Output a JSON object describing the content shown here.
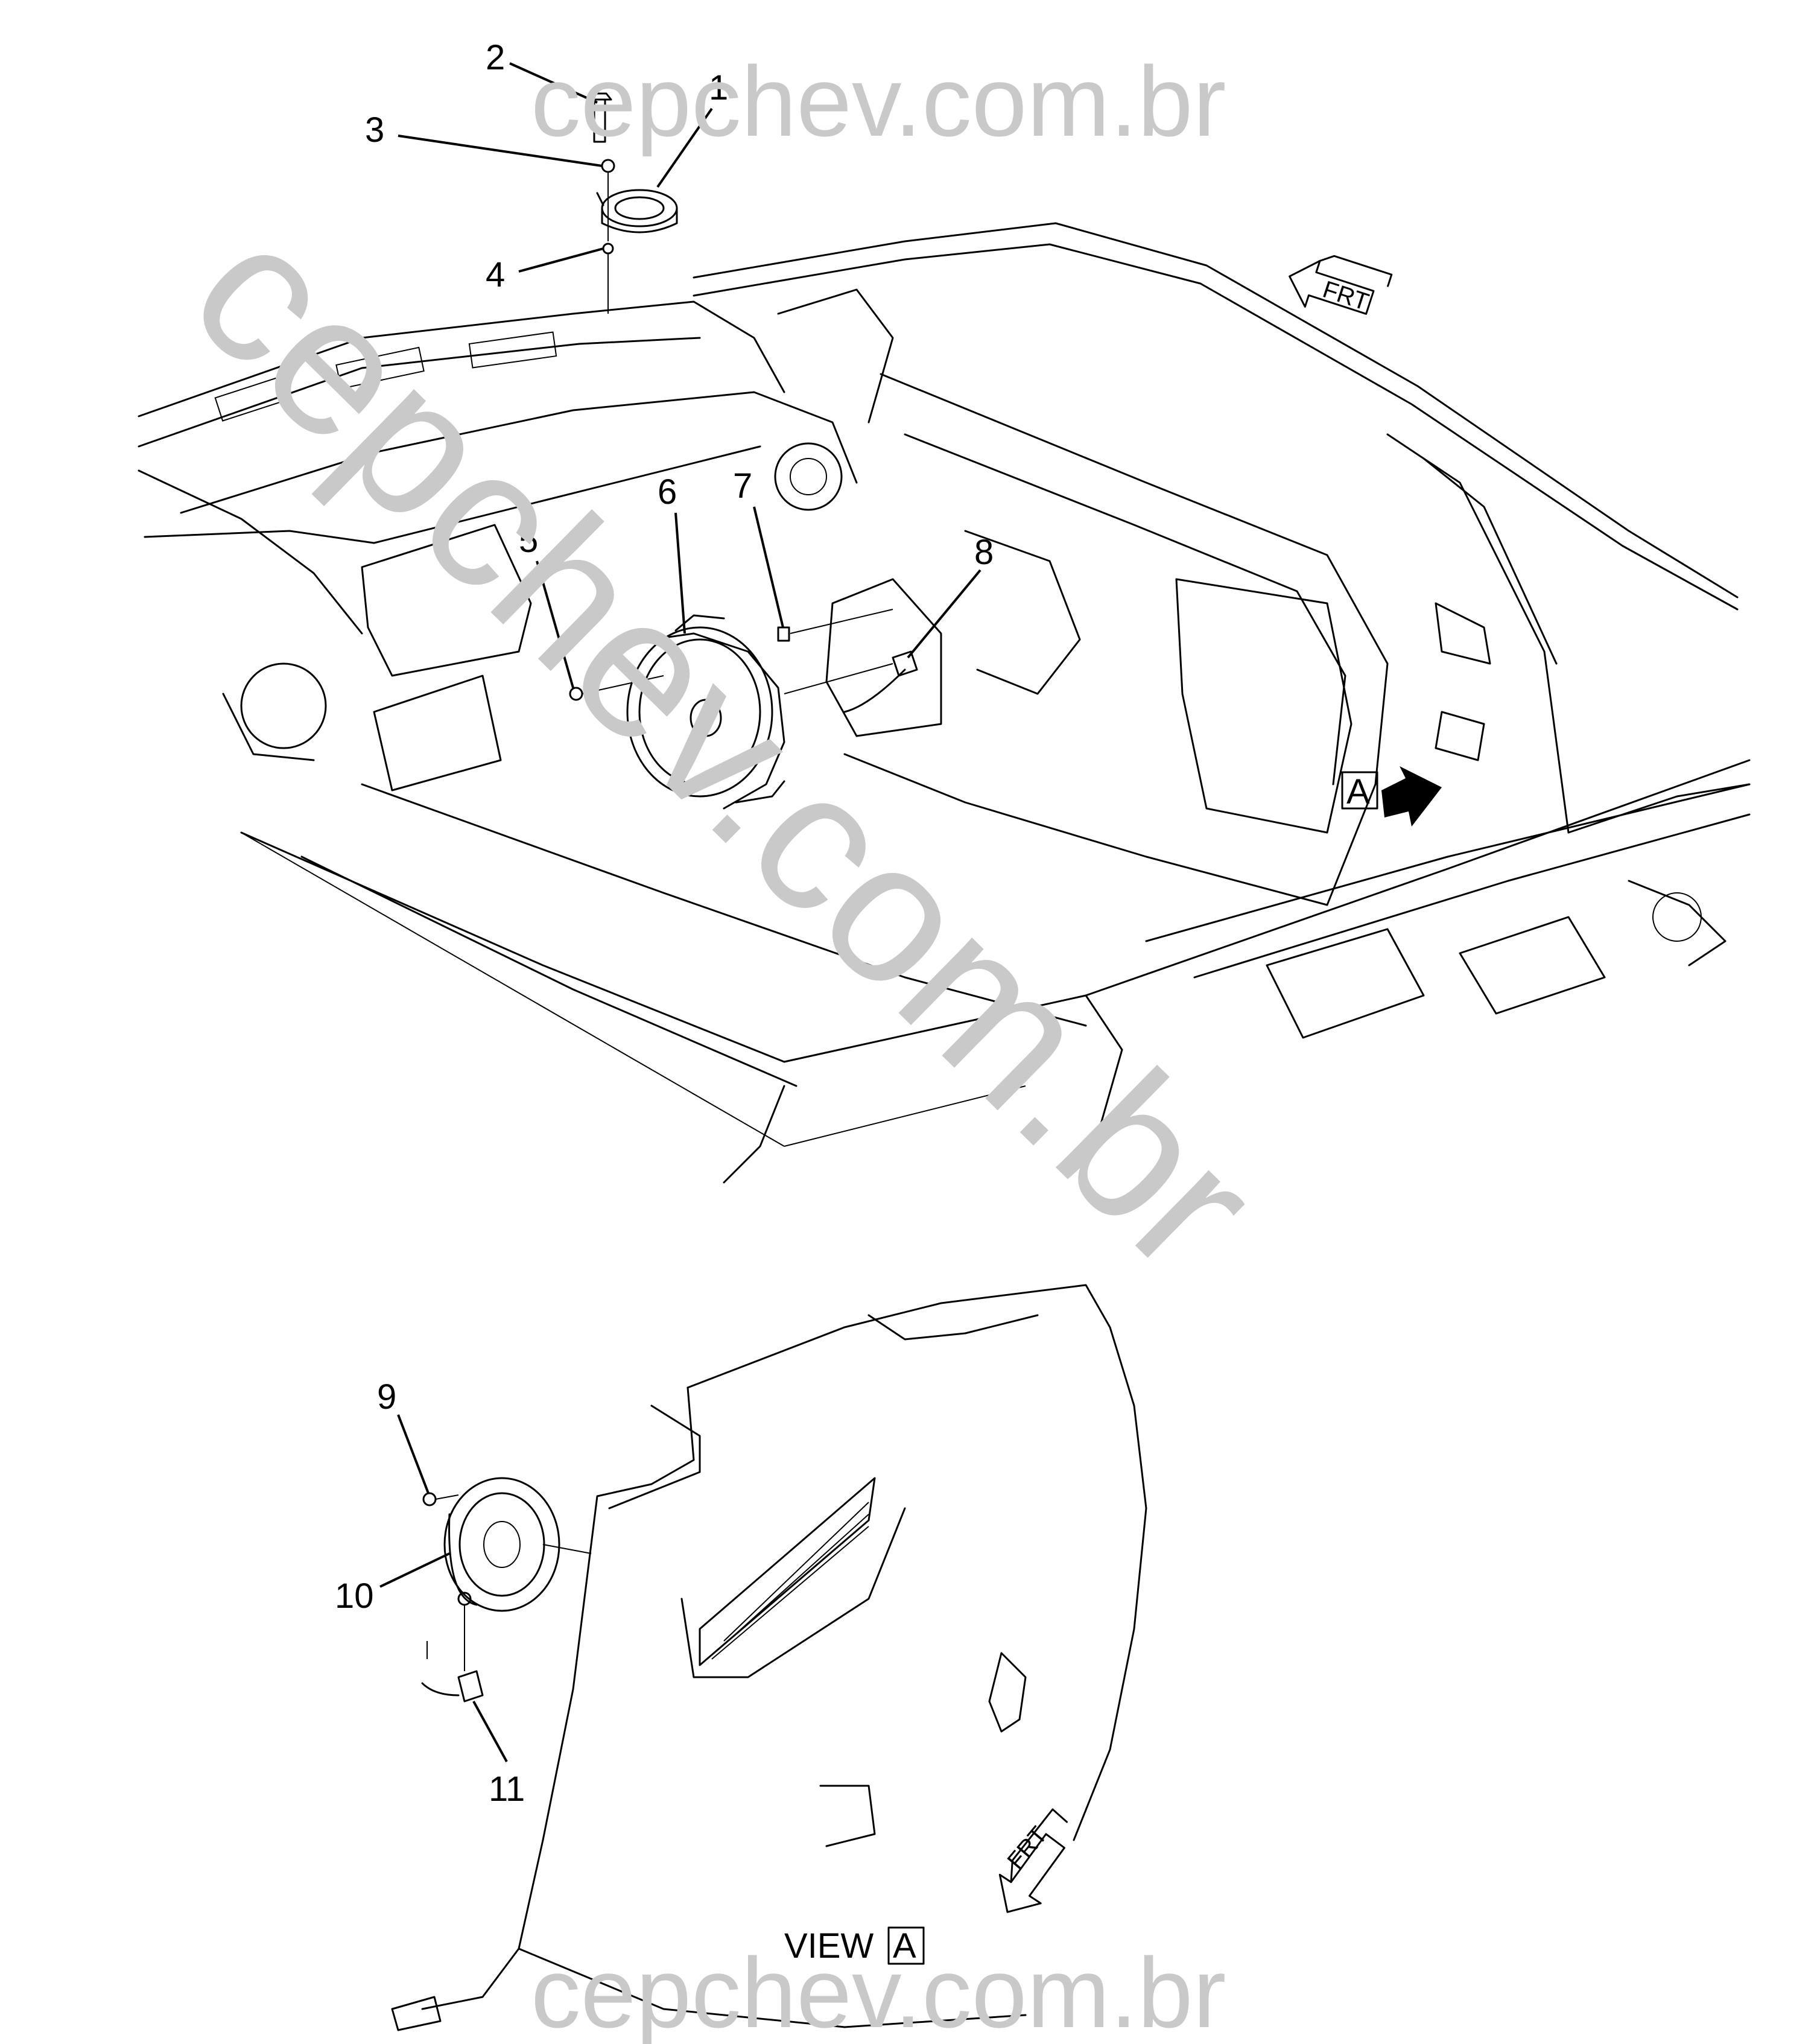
{
  "callouts": [
    "1",
    "2",
    "3",
    "4",
    "5",
    "6",
    "7",
    "8",
    "9",
    "10",
    "11"
  ],
  "watermarks": {
    "top": "cepchev.com.br",
    "diagonal": "cepchev.com.br",
    "bottom": "cepchev.com.br"
  },
  "direction_arrows": {
    "front_label": "FRT",
    "icon": "front-direction-arrow-icon"
  },
  "view_reference": {
    "marker": "A",
    "caption": "VIEW",
    "caption_marker": "A"
  },
  "colors": {
    "line": "#000000",
    "watermark": "#c9c9c9",
    "background": "#ffffff"
  }
}
